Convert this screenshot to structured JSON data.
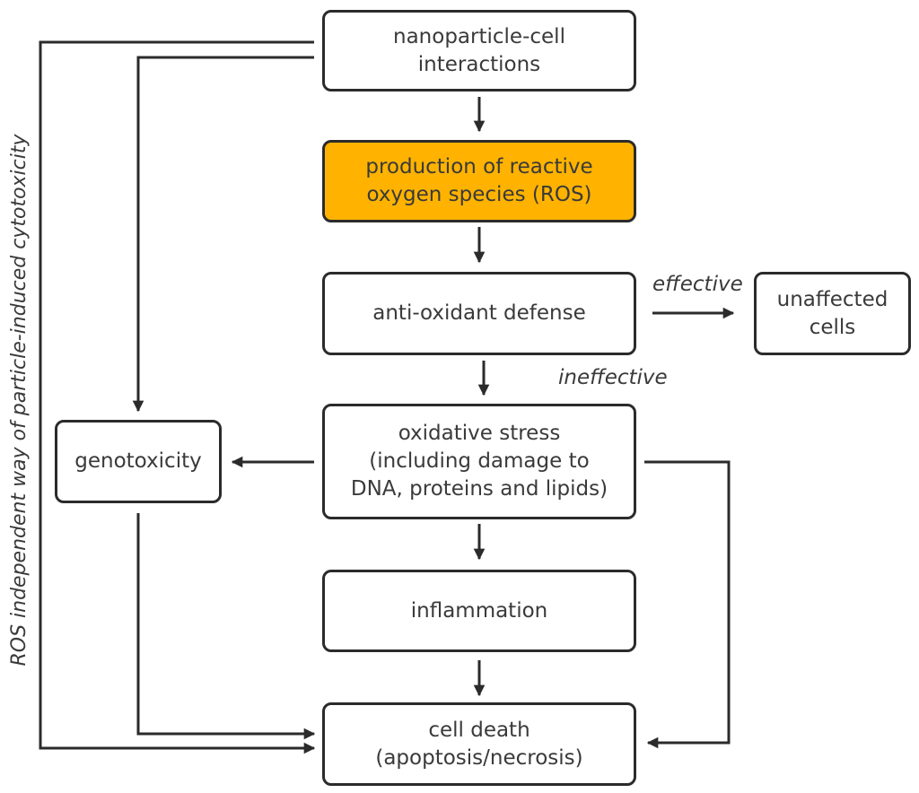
{
  "diagram": {
    "nodes": {
      "interactions": "nanoparticle-cell\ninteractions",
      "ros": "production of reactive\noxygen species (ROS)",
      "antioxidant": "anti-oxidant defense",
      "unaffected": "unaffected\ncells",
      "oxidative_stress": "oxidative stress\n(including damage to\nDNA, proteins and lipids)",
      "genotoxicity": "genotoxicity",
      "inflammation": "inflammation",
      "cell_death": "cell death\n(apoptosis/necrosis)"
    },
    "edge_labels": {
      "effective": "effective",
      "ineffective": "ineffective"
    },
    "side_label": "ROS independent way of particle-induced cytotoxicity",
    "colors": {
      "highlight": "#ffb300",
      "stroke": "#2b2b2b",
      "text": "#3a3a3a"
    }
  }
}
